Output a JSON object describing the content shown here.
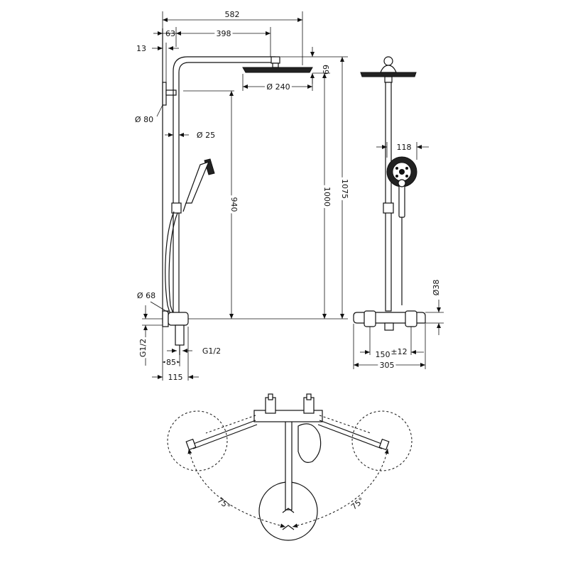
{
  "dimensions": {
    "width_582": "582",
    "arm_398": "398",
    "offset_63": "63",
    "offset_13": "13",
    "dia_80": "Ø 80",
    "dia_240": "Ø 240",
    "height_69": "69",
    "dia_25": "Ø 25",
    "height_940": "940",
    "height_1000": "1000",
    "height_1075": "1075",
    "dia_68": "Ø 68",
    "thread_left": "G1/2",
    "thread_right": "G1/2",
    "depth_85": "85",
    "depth_115": "115",
    "hand_118": "118",
    "dia_38": "Ø38",
    "centers_150": "150",
    "tolerance_12": "±12",
    "width_305": "305",
    "angle_left": "75°",
    "angle_right": "75°"
  }
}
